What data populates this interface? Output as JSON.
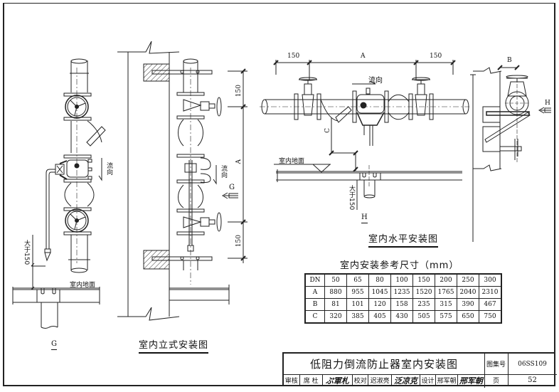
{
  "drawing": {
    "title": "低阻力倒流防止器室内安装图",
    "atlas_label": "图集号",
    "atlas_number": "06SS109",
    "page_label": "页",
    "page_number": "52"
  },
  "signatures": {
    "review_label": "审核",
    "review_name": "席  杜",
    "review_sign": "ぷ軍札",
    "check_label": "校对",
    "check_name": "迟淑亮",
    "check_sign": "泛凉克",
    "design_label": "设计",
    "design_name": "邢军朝",
    "design_sign": "邢军朝"
  },
  "views": {
    "vertical": {
      "caption": "室内立式安装图",
      "section_mark": "G",
      "arrow_label": "G",
      "flow_label": "流向",
      "floor_label": "室内地面",
      "dim_gt150": "大于150",
      "dim_top": "150",
      "dim_bottom": "150",
      "dim_a": "A"
    },
    "horizontal": {
      "caption": "室内水平安装图",
      "section_mark": "H",
      "flow_label": "流向",
      "floor_label": "室内地面",
      "dim_left": "150",
      "dim_a": "A",
      "dim_right": "150",
      "dim_c": "C",
      "dim_gt150": "大于150"
    },
    "side": {
      "dim_b": "B",
      "arrow_label": "H"
    }
  },
  "table": {
    "title": "室内安装参考尺寸（mm）",
    "rows": [
      [
        "DN",
        "50",
        "65",
        "80",
        "100",
        "150",
        "200",
        "250",
        "300"
      ],
      [
        "A",
        "880",
        "955",
        "1045",
        "1235",
        "1520",
        "1765",
        "2040",
        "2310"
      ],
      [
        "B",
        "81",
        "101",
        "120",
        "158",
        "235",
        "315",
        "390",
        "467"
      ],
      [
        "C",
        "320",
        "385",
        "405",
        "430",
        "505",
        "575",
        "650",
        "750"
      ]
    ]
  }
}
